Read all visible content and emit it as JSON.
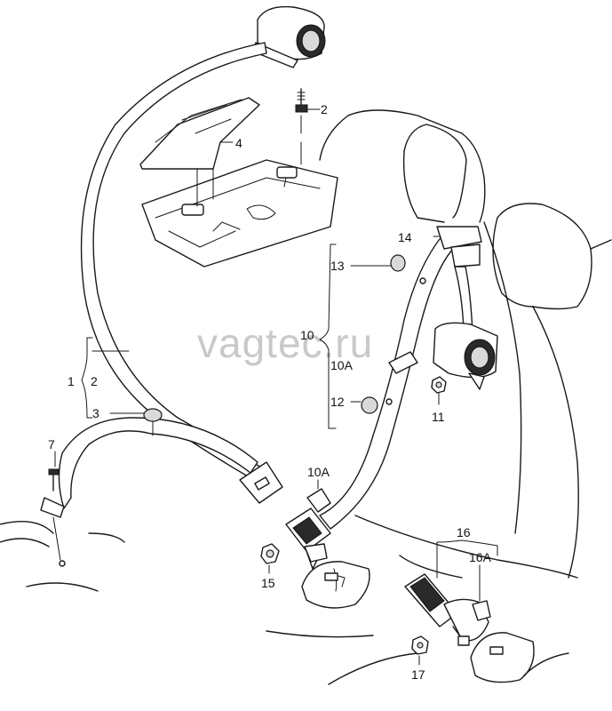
{
  "watermark": "vagtec.ru",
  "callouts": {
    "c1": "1",
    "c2a": "2",
    "c2b": "2",
    "c3": "3",
    "c4": "4",
    "c7": "7",
    "c10": "10",
    "c10a_upper": "10A",
    "c10a_lower": "10A",
    "c11": "11",
    "c12": "12",
    "c13": "13",
    "c14": "14",
    "c15": "15",
    "c16": "16",
    "c16a": "16A",
    "c17": "17"
  }
}
